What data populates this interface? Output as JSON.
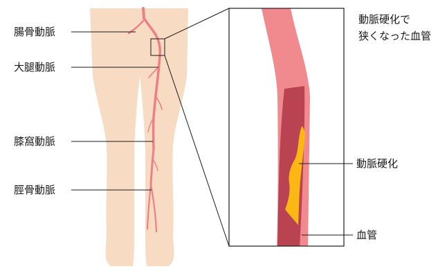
{
  "title": {
    "line1": "動脈硬化で",
    "line2": "狭くなった血管"
  },
  "left_labels": [
    {
      "text": "腸骨動脈"
    },
    {
      "text": "大腿動脈"
    },
    {
      "text": "膝窩動脈"
    },
    {
      "text": "脛骨動脈"
    }
  ],
  "right_labels": [
    {
      "text": "動脈硬化"
    },
    {
      "text": "血管"
    }
  ],
  "colors": {
    "skin": "#f7dbc3",
    "artery": "#ef7f86",
    "vessel_wall": "#f08a8e",
    "vessel_inner": "#b94350",
    "plaque": "#fbb713",
    "line": "#1a1a1a"
  }
}
